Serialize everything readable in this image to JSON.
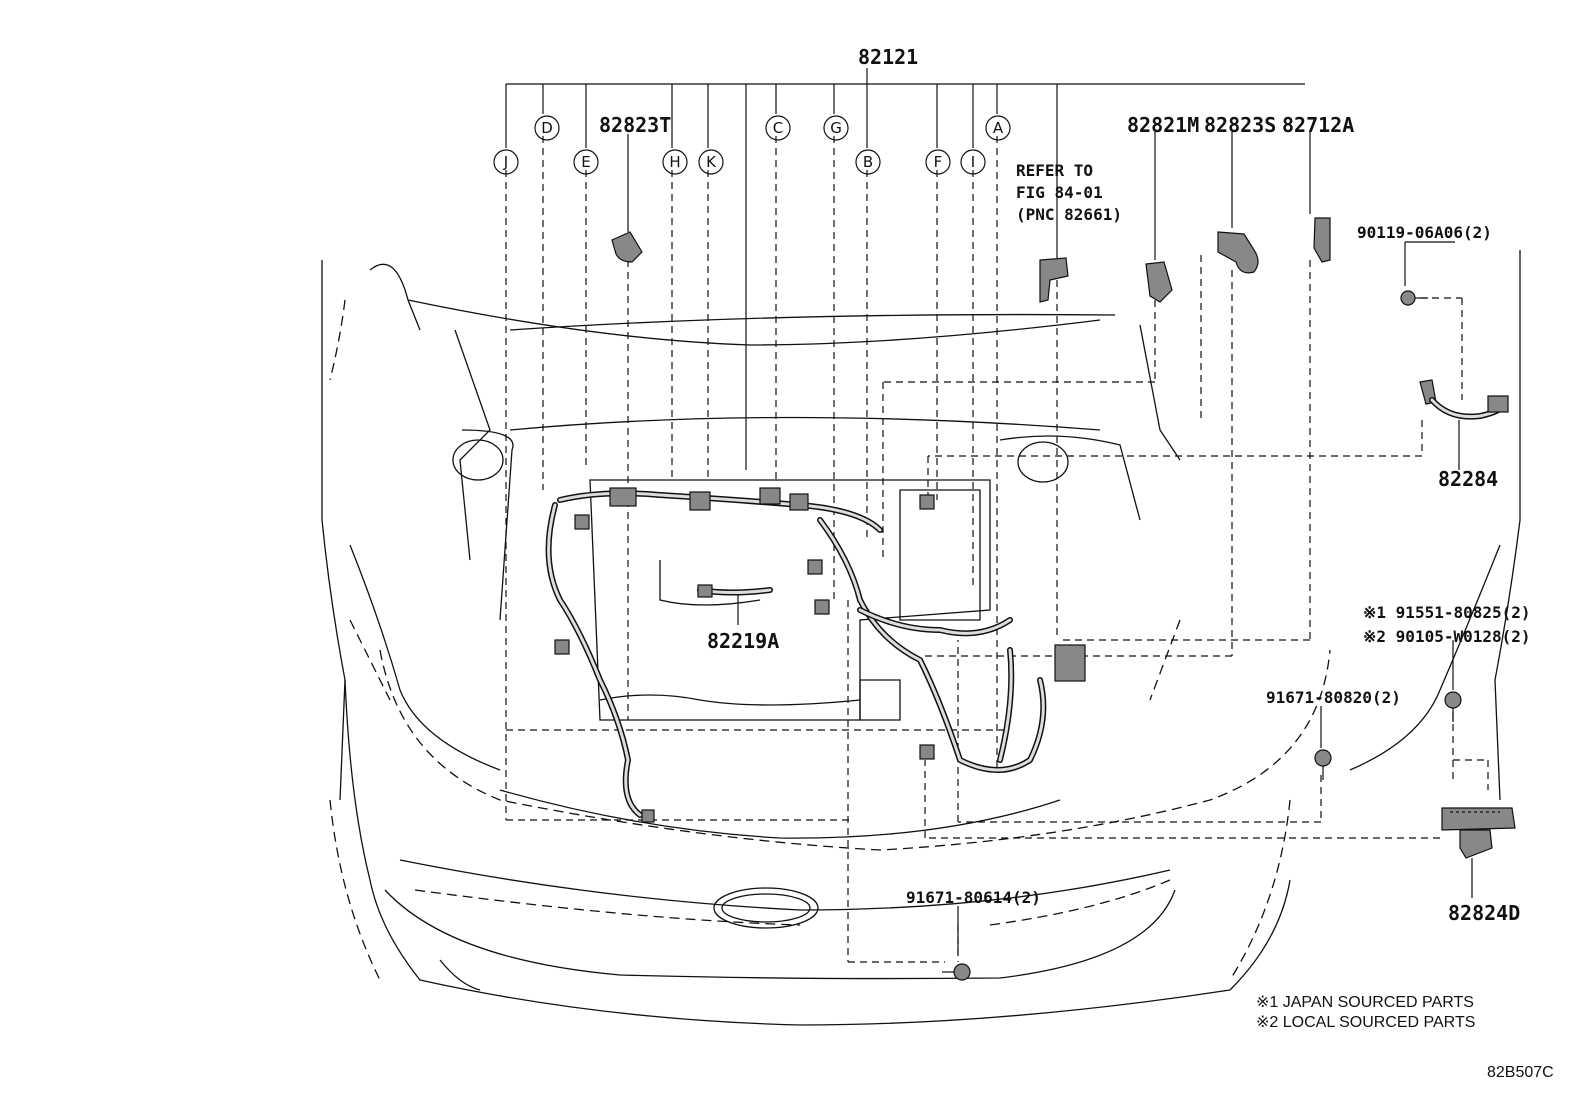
{
  "parts": {
    "harness_main": "82121",
    "p82823T": "82823T",
    "p82821M": "82821M",
    "p82823S": "82823S",
    "p82712A": "82712A",
    "bolt_90119": "90119-06A06(2)",
    "p82284": "82284",
    "p82219A": "82219A",
    "bolt_91551": "※1 91551-80825(2)",
    "bolt_90105": "※2 90105-W0128(2)",
    "bolt_91671_820": "91671-80820(2)",
    "p82824D": "82824D",
    "bolt_91671_614": "91671-80614(2)"
  },
  "refer": {
    "line1": "REFER TO",
    "line2": "FIG 84-01",
    "line3": "(PNC 82661)"
  },
  "callouts": {
    "A": "A",
    "B": "B",
    "C": "C",
    "D": "D",
    "E": "E",
    "F": "F",
    "G": "G",
    "H": "H",
    "I": "I",
    "J": "J",
    "K": "K"
  },
  "footnotes": {
    "note1": "※1 JAPAN SOURCED PARTS",
    "note2": "※2 LOCAL SOURCED PARTS"
  },
  "figure_code": "82B507C"
}
